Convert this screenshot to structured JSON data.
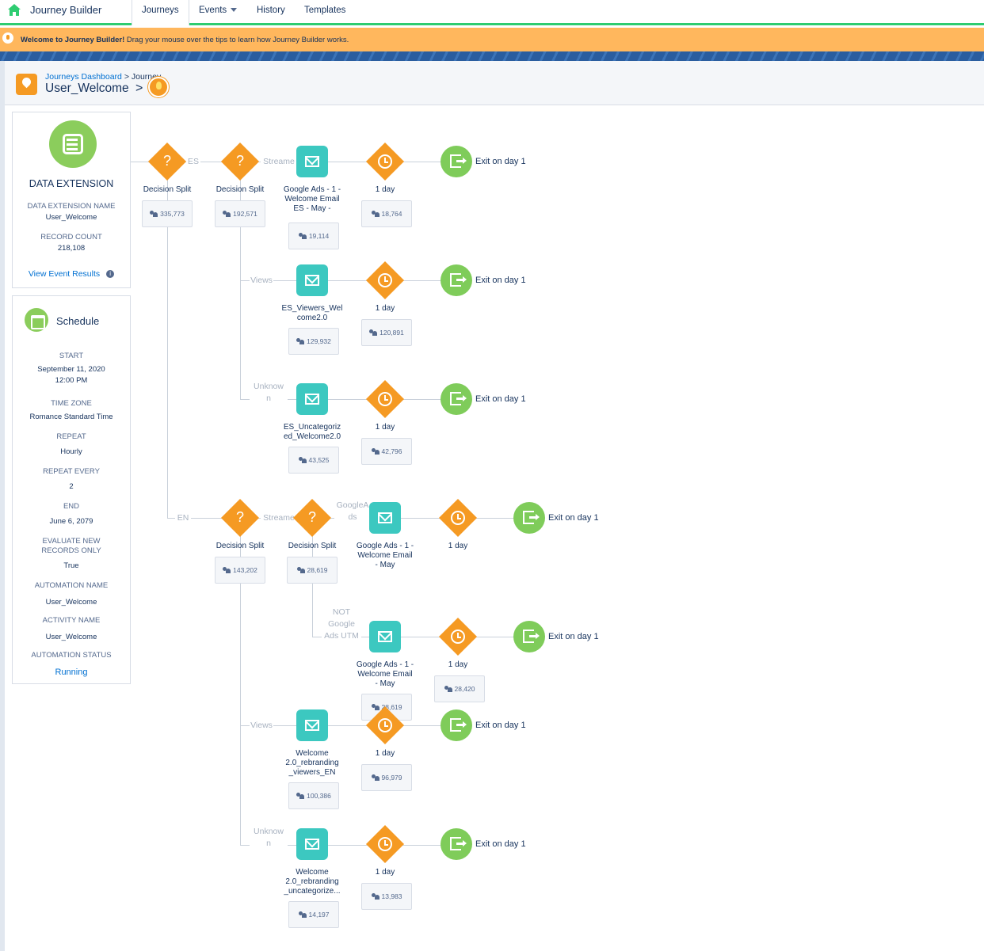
{
  "topnav": {
    "app_title": "Journey Builder",
    "tabs": [
      {
        "label": "Journeys"
      },
      {
        "label": "Events"
      },
      {
        "label": "History"
      },
      {
        "label": "Templates"
      }
    ]
  },
  "banner": {
    "bold": "Welcome to Journey Builder!",
    "text": " Drag your mouse over the tips to learn how Journey Builder works."
  },
  "header": {
    "crumb_link": "Journeys Dashboard",
    "crumb_sep": ">",
    "crumb_current": "Journey",
    "title": "User_Welcome",
    "chevron": ">"
  },
  "entry": {
    "heading": "DATA EXTENSION",
    "name_label": "DATA EXTENSION NAME",
    "name_value": "User_Welcome",
    "count_label": "RECORD COUNT",
    "count_value": "218,108",
    "link": "View Event Results",
    "info": "i"
  },
  "schedule": {
    "heading": "Schedule",
    "fields": [
      {
        "label": "START",
        "value": "September 11, 2020\n12:00 PM"
      },
      {
        "label": "TIME ZONE",
        "value": "Romance Standard Time"
      },
      {
        "label": "REPEAT",
        "value": "Hourly"
      },
      {
        "label": "REPEAT EVERY",
        "value": "2"
      },
      {
        "label": "END",
        "value": "June 6, 2079"
      },
      {
        "label": "EVALUATE NEW\nRECORDS ONLY",
        "value": "True"
      },
      {
        "label": "AUTOMATION NAME",
        "value": "User_Welcome"
      },
      {
        "label": "ACTIVITY NAME",
        "value": "User_Welcome"
      },
      {
        "label": "AUTOMATION STATUS",
        "value": "Running"
      }
    ]
  },
  "canvas": {
    "edge_labels": [
      "ES",
      "Streame",
      "Views",
      "Unknow\nn",
      "EN",
      "Streame",
      "GoogleA\nds",
      "NOT\nGoogle\nAds UTM",
      "Views",
      "Unknow\nn"
    ],
    "split_glyph": "?",
    "splits": [
      {
        "label": "Decision Split",
        "count": "335,773"
      },
      {
        "label": "Decision Split",
        "count": "192,571"
      },
      {
        "label": "Decision Split",
        "count": "143,202"
      },
      {
        "label": "Decision Split",
        "count": "28,619"
      }
    ],
    "emails": [
      {
        "label": "Google Ads - 1 -\nWelcome Email\nES - May -",
        "count": "19,114"
      },
      {
        "label": "ES_Viewers_Wel\ncome2.0",
        "count": "129,932"
      },
      {
        "label": "ES_Uncategoriz\ned_Welcome2.0",
        "count": "43,525"
      },
      {
        "label": "Google Ads - 1 -\nWelcome Email\n- May",
        "count": ""
      },
      {
        "label": "Google Ads - 1 -\nWelcome Email\n- May",
        "count": "28,619"
      },
      {
        "label": "Welcome\n2.0_rebranding\n_viewers_EN",
        "count": "100,386"
      },
      {
        "label": "Welcome\n2.0_rebranding\n_uncategorize...",
        "count": "14,197"
      }
    ],
    "waits": [
      {
        "label": "1 day",
        "count": "18,764"
      },
      {
        "label": "1 day",
        "count": "120,891"
      },
      {
        "label": "1 day",
        "count": "42,796"
      },
      {
        "label": "1 day",
        "count": ""
      },
      {
        "label": "1 day",
        "count": "28,420"
      },
      {
        "label": "1 day",
        "count": "96,979"
      },
      {
        "label": "1 day",
        "count": "13,983"
      }
    ],
    "exit_label": "Exit on day 1"
  }
}
